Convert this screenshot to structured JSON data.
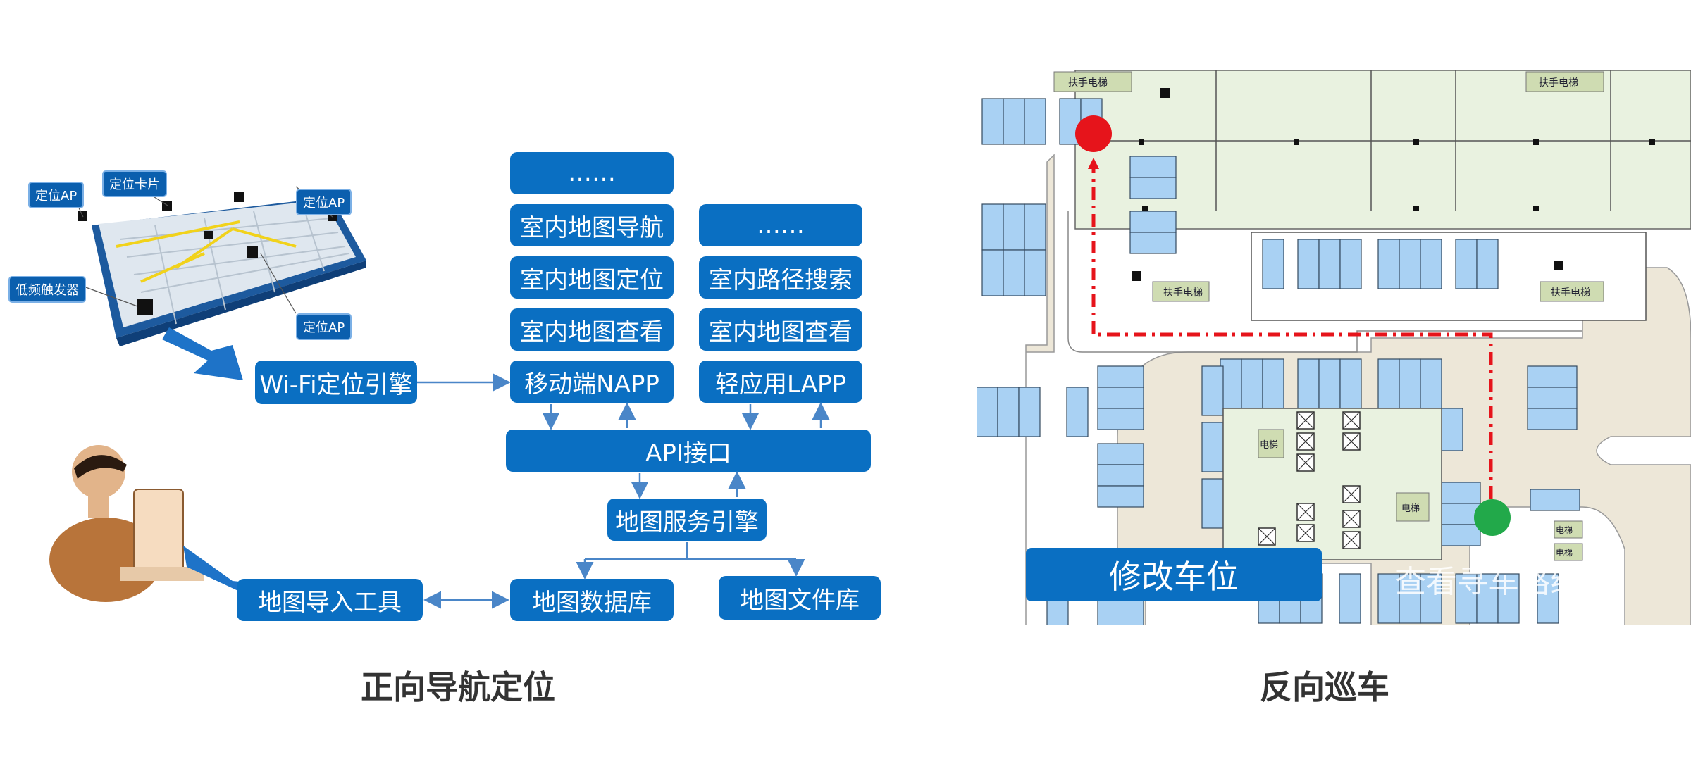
{
  "left_diagram": {
    "illustration_tags": {
      "ap_top_left": "定位AP",
      "tag_card": "定位卡片",
      "ap_top_right": "定位AP",
      "trigger": "低频触发器",
      "ap_bottom": "定位AP"
    },
    "wifi_engine": "Wi-Fi定位引擎",
    "napp_stack": [
      "……",
      "室内地图导航",
      "室内地图定位",
      "室内地图查看",
      "移动端NAPP"
    ],
    "lapp_stack": [
      "……",
      "室内路径搜索",
      "室内地图查看",
      "轻应用LAPP"
    ],
    "api": "API接口",
    "map_service_engine": "地图服务引擎",
    "map_import_tool": "地图导入工具",
    "map_database": "地图数据库",
    "map_file_library": "地图文件库",
    "caption": "正向导航定位"
  },
  "right_diagram": {
    "modify_button": "修改车位",
    "faded_text": "查看寻车路线",
    "escalator_labels": [
      "扶手电梯",
      "扶手电梯",
      "扶手电梯",
      "扶手电梯"
    ],
    "elevator_labels": [
      "电梯",
      "电梯",
      "电梯",
      "电梯"
    ],
    "caption": "反向巡车",
    "colors": {
      "start": "#e6141b",
      "end": "#22a94a",
      "route": "#e6141b"
    }
  }
}
